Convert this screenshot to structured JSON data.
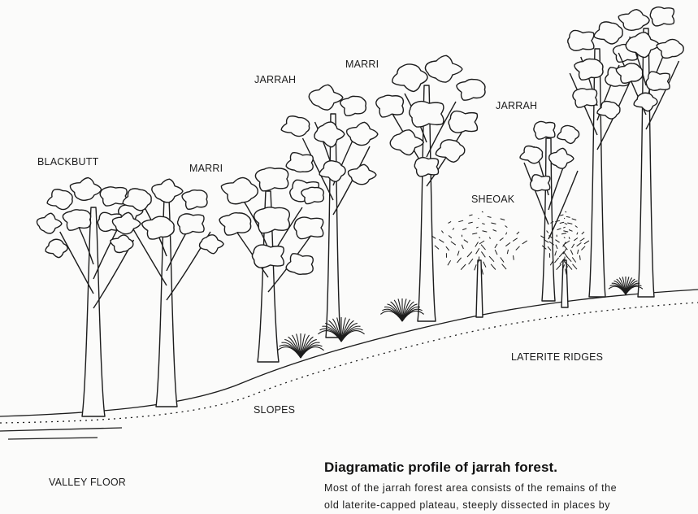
{
  "labels": {
    "blackbutt": "BLACKBUTT",
    "marri_left": "MARRI",
    "jarrah_left": "JARRAH",
    "marri_top": "MARRI",
    "jarrah_right": "JARRAH",
    "sheoak": "SHEOAK",
    "laterite_ridges": "LATERITE RIDGES",
    "slopes": "SLOPES",
    "valley_floor": "VALLEY FLOOR"
  },
  "caption": {
    "title": "Diagramatic profile of jarrah forest.",
    "body_lines": [
      "Most of the jarrah forest area consists of the remains of the",
      "old laterite-capped plateau, steeply dissected in places by"
    ]
  },
  "colors": {
    "ink": "#1c1c1c",
    "paper": "#fbfbfa"
  }
}
